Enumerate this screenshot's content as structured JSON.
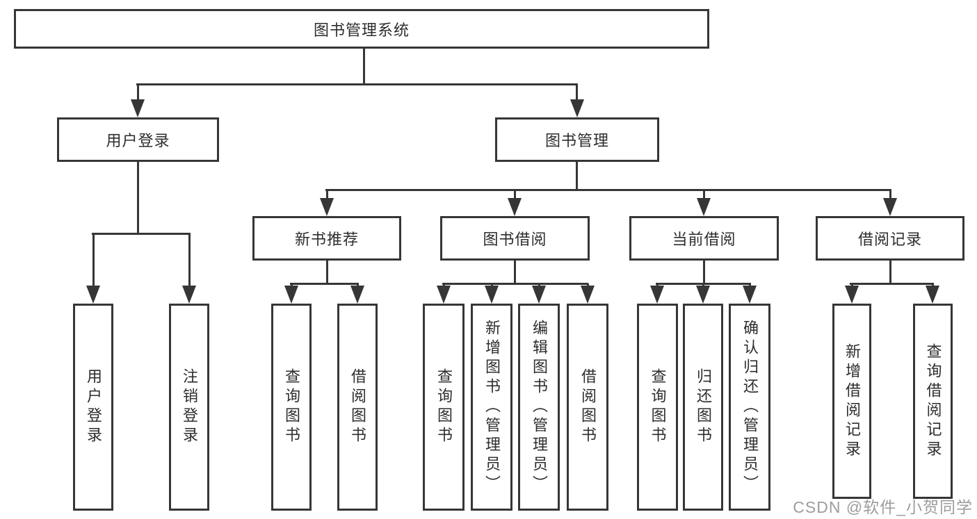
{
  "diagram": {
    "root": {
      "label": "图书管理系统"
    },
    "user_login": {
      "label": "用户登录",
      "children": [
        {
          "label": "用户登录"
        },
        {
          "label": "注销登录"
        }
      ]
    },
    "book_mgmt": {
      "label": "图书管理",
      "sections": [
        {
          "label": "新书推荐",
          "children": [
            {
              "label": "查询图书"
            },
            {
              "label": "借阅图书"
            }
          ]
        },
        {
          "label": "图书借阅",
          "children": [
            {
              "label": "查询图书"
            },
            {
              "label": "新增图书（管理员）"
            },
            {
              "label": "编辑图书（管理员）"
            },
            {
              "label": "借阅图书"
            }
          ]
        },
        {
          "label": "当前借阅",
          "children": [
            {
              "label": "查询图书"
            },
            {
              "label": "归还图书"
            },
            {
              "label": "确认归还（管理员）"
            }
          ]
        },
        {
          "label": "借阅记录",
          "children": [
            {
              "label": "新增借阅记录"
            },
            {
              "label": "查询借阅记录"
            }
          ]
        }
      ]
    }
  },
  "watermark": {
    "text": "CSDN @软件_小贺同学"
  },
  "colors": {
    "line": "#363636",
    "text": "#2d2d2d",
    "watermark": "#9d9d9d",
    "background": "#ffffff"
  }
}
